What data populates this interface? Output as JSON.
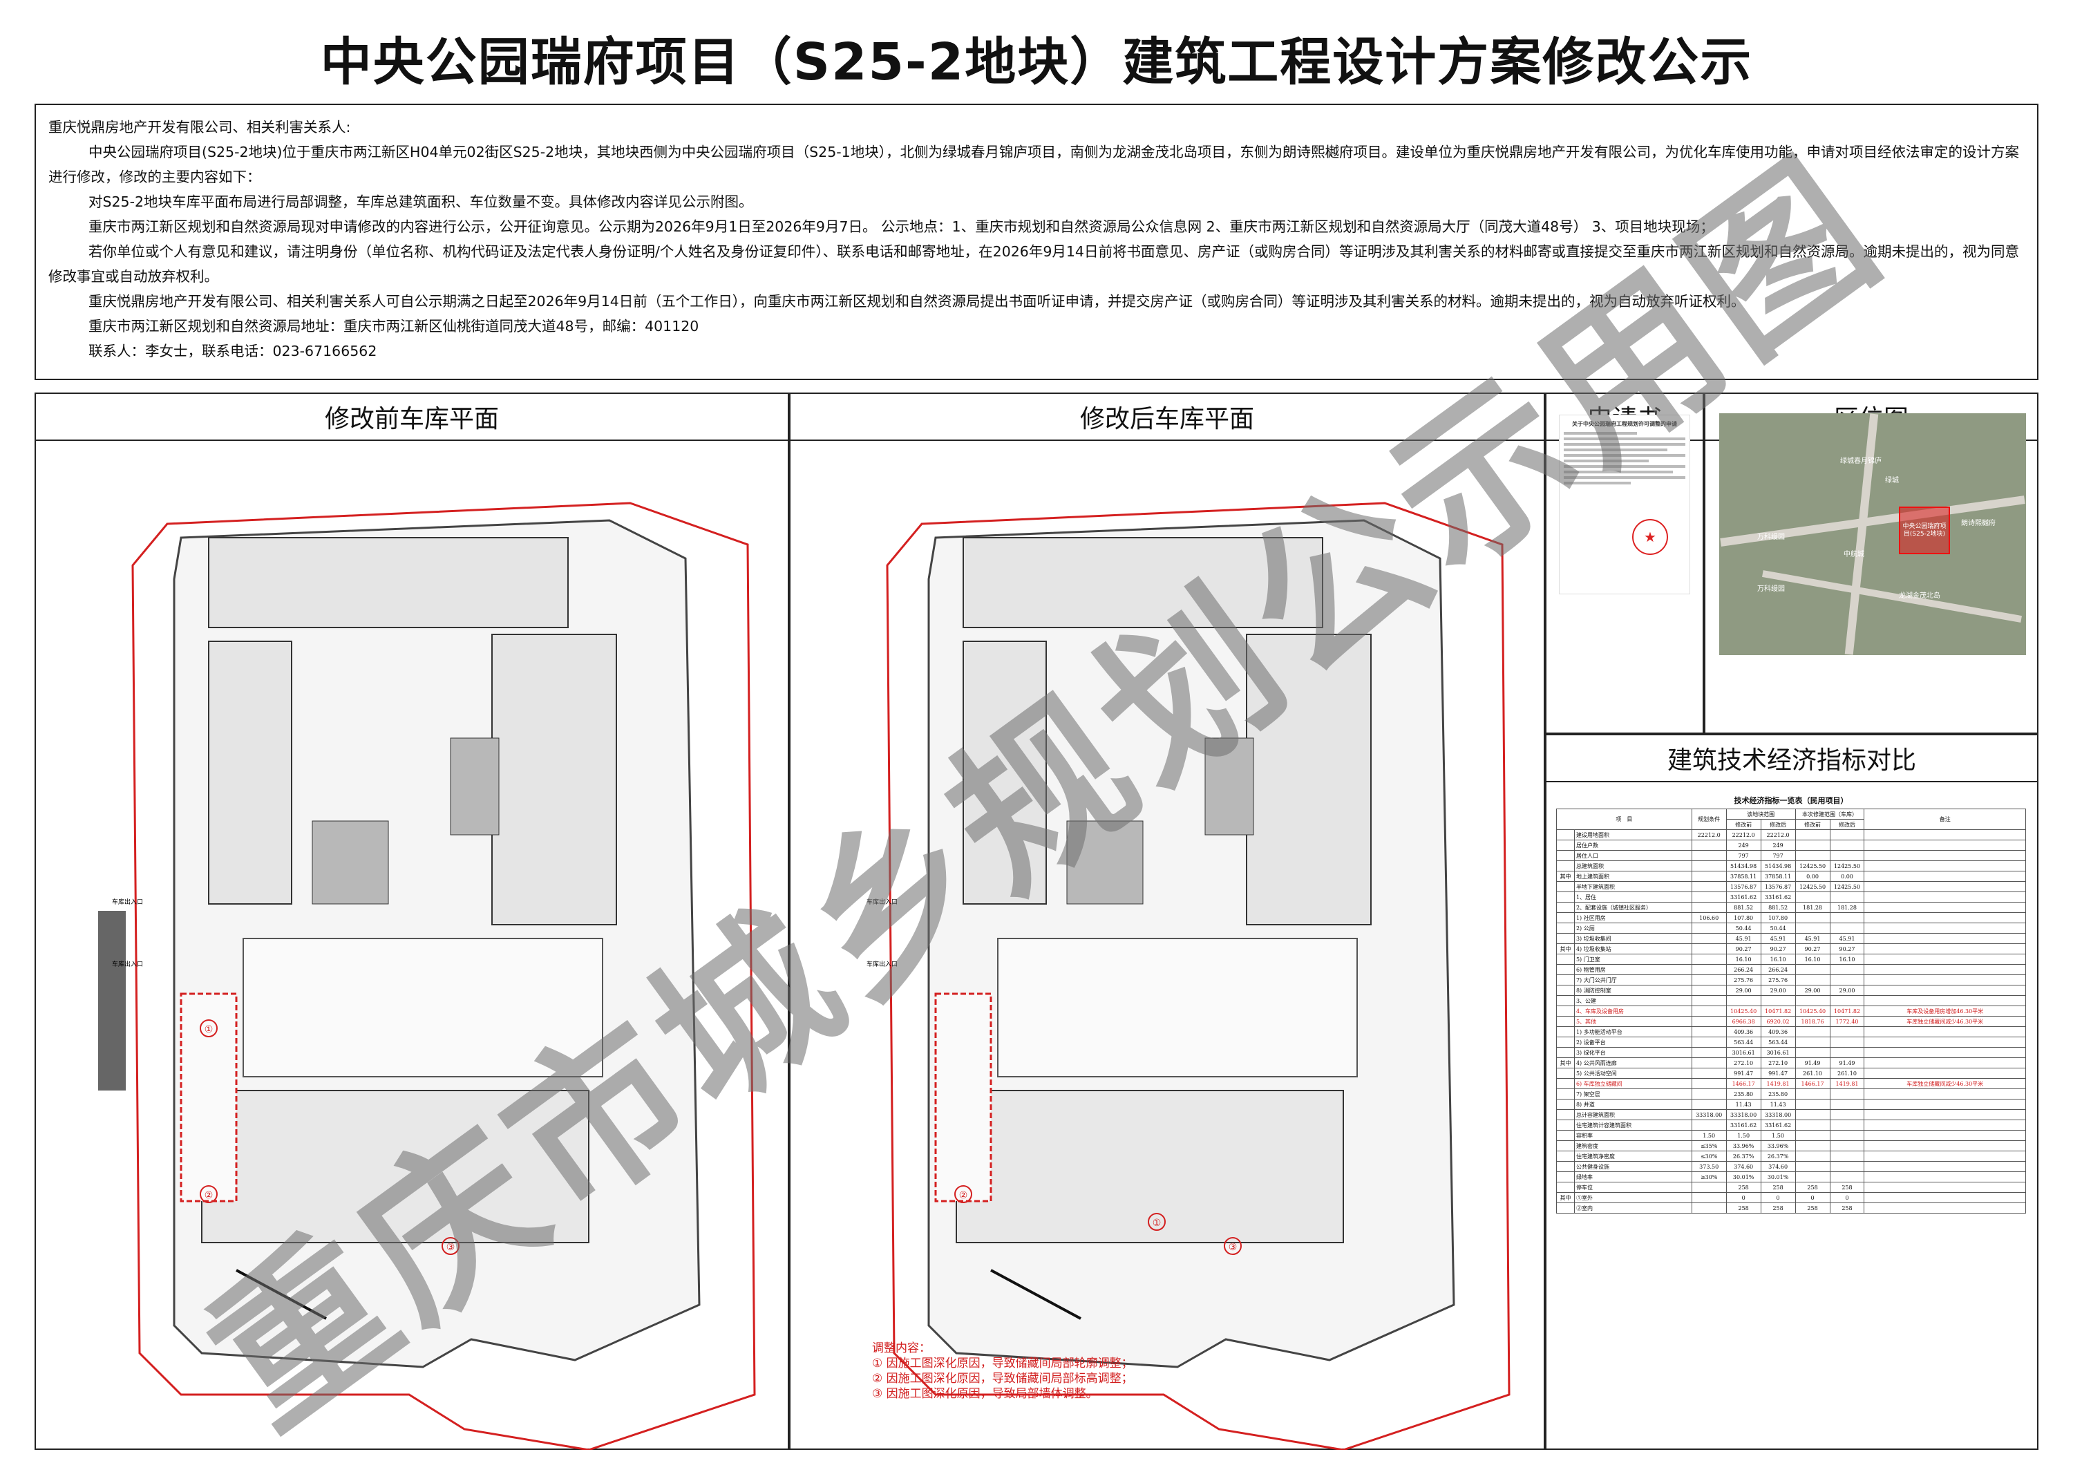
{
  "title": "中央公园瑞府项目（S25-2地块）建筑工程设计方案修改公示",
  "notice": {
    "recipients": "重庆悦鼎房地产开发有限公司、相关利害关系人:",
    "para1": "中央公园瑞府项目(S25-2地块)位于重庆市两江新区H04单元02街区S25-2地块，其地块西侧为中央公园瑞府项目（S25-1地块），北侧为绿城春月锦庐项目，南侧为龙湖金茂北岛项目，东侧为朗诗熙樾府项目。建设单位为重庆悦鼎房地产开发有限公司，为优化车库使用功能，申请对项目经依法审定的设计方案进行修改，修改的主要内容如下：",
    "para2": "对S25-2地块车库平面布局进行局部调整，车库总建筑面积、车位数量不变。具体修改内容详见公示附图。",
    "para3": "重庆市两江新区规划和自然资源局现对申请修改的内容进行公示，公开征询意见。公示期为2026年9月1日至2026年9月7日。 公示地点：1、重庆市规划和自然资源局公众信息网 2、重庆市两江新区规划和自然资源局大厅（同茂大道48号） 3、项目地块现场；",
    "para4": "若你单位或个人有意见和建议，请注明身份（单位名称、机构代码证及法定代表人身份证明/个人姓名及身份证复印件）、联系电话和邮寄地址，在2026年9月14日前将书面意见、房产证（或购房合同）等证明涉及其利害关系的材料邮寄或直接提交至重庆市两江新区规划和自然资源局。逾期未提出的，视为同意修改事宜或自动放弃权利。",
    "para5": "重庆悦鼎房地产开发有限公司、相关利害关系人可自公示期满之日起至2026年9月14日前（五个工作日），向重庆市两江新区规划和自然资源局提出书面听证申请，并提交房产证（或购房合同）等证明涉及其利害关系的材料。逾期未提出的，视为自动放弃听证权利。",
    "address": "重庆市两江新区规划和自然资源局地址：重庆市两江新区仙桃街道同茂大道48号，邮编：401120",
    "contact": "联系人：李女士，联系电话：023-67166562"
  },
  "panels": {
    "before": "修改前车库平面",
    "after": "修改后车库平面",
    "application": "申请书",
    "location": "区位图",
    "indicators": "建筑技术经济指标对比"
  },
  "plan_labels": {
    "entry1": "车库出入口",
    "entry2": "车库出入口",
    "m1": "①",
    "m2": "②",
    "m3": "③"
  },
  "adjust": {
    "head": "调整内容：",
    "items": [
      "① 因施工图深化原因，导致储藏间局部轮廓调整；",
      "② 因施工图深化原因，导致储藏间局部标高调整；",
      "③ 因施工图深化原因，导致局部墙体调整。"
    ]
  },
  "application_doc": {
    "heading": "关于中央公园瑞府工程规划许可调整的申请",
    "stamp": "★"
  },
  "location_map": {
    "labels": [
      "绿城春月锦庐",
      "绿城",
      "万科缦园",
      "朗诗熙樾府",
      "中航城",
      "龙湖金茂北岛",
      "万科缦园"
    ],
    "site": "中央公园瑞府项目(S25-2地块)"
  },
  "table": {
    "caption": "技术经济指标一览表（民用项目）",
    "head": [
      "项　目",
      "规划条件",
      "该地块范围",
      "本次修建范围（车库）",
      "备注"
    ],
    "sub": [
      "修改前",
      "修改后",
      "修改前",
      "修改后"
    ],
    "rows": [
      {
        "g": "",
        "n": "建设用地面积",
        "c": [
          "22212.0",
          "22212.0",
          "22212.0",
          "",
          ""
        ],
        "note": "",
        "red": false
      },
      {
        "g": "",
        "n": "居住户数",
        "c": [
          "",
          "249",
          "249",
          "",
          ""
        ],
        "note": "",
        "red": false
      },
      {
        "g": "",
        "n": "居住人口",
        "c": [
          "",
          "797",
          "797",
          "",
          ""
        ],
        "note": "",
        "red": false
      },
      {
        "g": "",
        "n": "总建筑面积",
        "c": [
          "",
          "51434.98",
          "51434.98",
          "12425.50",
          "12425.50"
        ],
        "note": "",
        "red": false
      },
      {
        "g": "其中",
        "n": "地上建筑面积",
        "c": [
          "",
          "37858.11",
          "37858.11",
          "0.00",
          "0.00"
        ],
        "note": "",
        "red": false
      },
      {
        "g": "",
        "n": "半地下建筑面积",
        "c": [
          "",
          "13576.87",
          "13576.87",
          "12425.50",
          "12425.50"
        ],
        "note": "",
        "red": false
      },
      {
        "g": "",
        "n": "1、居住",
        "c": [
          "",
          "33161.62",
          "33161.62",
          "",
          ""
        ],
        "note": "",
        "red": false
      },
      {
        "g": "",
        "n": "2、配套设施（城镇社区服务）",
        "c": [
          "",
          "881.52",
          "881.52",
          "181.28",
          "181.28"
        ],
        "note": "",
        "red": false
      },
      {
        "g": "",
        "n": "1) 社区用房",
        "c": [
          "106.60",
          "107.80",
          "107.80",
          "",
          ""
        ],
        "note": "",
        "red": false
      },
      {
        "g": "",
        "n": "2) 公厕",
        "c": [
          "",
          "50.44",
          "50.44",
          "",
          ""
        ],
        "note": "",
        "red": false
      },
      {
        "g": "",
        "n": "3) 垃圾收集间",
        "c": [
          "",
          "45.91",
          "45.91",
          "45.91",
          "45.91"
        ],
        "note": "",
        "red": false
      },
      {
        "g": "其中",
        "n": "4) 垃圾收集站",
        "c": [
          "",
          "90.27",
          "90.27",
          "90.27",
          "90.27"
        ],
        "note": "",
        "red": false
      },
      {
        "g": "",
        "n": "5) 门卫室",
        "c": [
          "",
          "16.10",
          "16.10",
          "16.10",
          "16.10"
        ],
        "note": "",
        "red": false
      },
      {
        "g": "",
        "n": "6) 物管用房",
        "c": [
          "",
          "266.24",
          "266.24",
          "",
          ""
        ],
        "note": "",
        "red": false
      },
      {
        "g": "",
        "n": "7) 大门公共门厅",
        "c": [
          "",
          "275.76",
          "275.76",
          "",
          ""
        ],
        "note": "",
        "red": false
      },
      {
        "g": "",
        "n": "8) 消防控制室",
        "c": [
          "",
          "29.00",
          "29.00",
          "29.00",
          "29.00"
        ],
        "note": "",
        "red": false
      },
      {
        "g": "",
        "n": "3、公建",
        "c": [
          "",
          "",
          "",
          "",
          ""
        ],
        "note": "",
        "red": false
      },
      {
        "g": "",
        "n": "4、车库及设备用房",
        "c": [
          "",
          "10425.40",
          "10471.82",
          "10425.40",
          "10471.82"
        ],
        "note": "车库及设备用房增加46.30平米",
        "red": true
      },
      {
        "g": "",
        "n": "5、其他",
        "c": [
          "",
          "6966.38",
          "6920.02",
          "1818.76",
          "1772.40"
        ],
        "note": "车库独立储藏间减少46.30平米",
        "red": true
      },
      {
        "g": "",
        "n": "1) 多功能活动平台",
        "c": [
          "",
          "409.36",
          "409.36",
          "",
          ""
        ],
        "note": "",
        "red": false
      },
      {
        "g": "",
        "n": "2) 设备平台",
        "c": [
          "",
          "563.44",
          "563.44",
          "",
          ""
        ],
        "note": "",
        "red": false
      },
      {
        "g": "",
        "n": "3) 绿化平台",
        "c": [
          "",
          "3016.61",
          "3016.61",
          "",
          ""
        ],
        "note": "",
        "red": false
      },
      {
        "g": "其中",
        "n": "4) 公共风雨连廊",
        "c": [
          "",
          "272.10",
          "272.10",
          "91.49",
          "91.49"
        ],
        "note": "",
        "red": false
      },
      {
        "g": "",
        "n": "5) 公共活动空间",
        "c": [
          "",
          "991.47",
          "991.47",
          "261.10",
          "261.10"
        ],
        "note": "",
        "red": false
      },
      {
        "g": "",
        "n": "6) 车库独立储藏间",
        "c": [
          "",
          "1466.17",
          "1419.81",
          "1466.17",
          "1419.81"
        ],
        "note": "车库独立储藏间减少46.30平米",
        "red": true
      },
      {
        "g": "",
        "n": "7) 架空层",
        "c": [
          "",
          "235.80",
          "235.80",
          "",
          ""
        ],
        "note": "",
        "red": false
      },
      {
        "g": "",
        "n": "8) 井道",
        "c": [
          "",
          "11.43",
          "11.43",
          "",
          ""
        ],
        "note": "",
        "red": false
      },
      {
        "g": "",
        "n": "总计容建筑面积",
        "c": [
          "33318.00",
          "33318.00",
          "33318.00",
          "",
          ""
        ],
        "note": "",
        "red": false
      },
      {
        "g": "",
        "n": "住宅建筑计容建筑面积",
        "c": [
          "",
          "33161.62",
          "33161.62",
          "",
          ""
        ],
        "note": "",
        "red": false
      },
      {
        "g": "",
        "n": "容积率",
        "c": [
          "1.50",
          "1.50",
          "1.50",
          "",
          ""
        ],
        "note": "",
        "red": false
      },
      {
        "g": "",
        "n": "建筑密度",
        "c": [
          "≤35%",
          "33.96%",
          "33.96%",
          "",
          ""
        ],
        "note": "",
        "red": false
      },
      {
        "g": "",
        "n": "住宅建筑净密度",
        "c": [
          "≤30%",
          "26.37%",
          "26.37%",
          "",
          ""
        ],
        "note": "",
        "red": false
      },
      {
        "g": "",
        "n": "公共健身设施",
        "c": [
          "373.50",
          "374.60",
          "374.60",
          "",
          ""
        ],
        "note": "",
        "red": false
      },
      {
        "g": "",
        "n": "绿地率",
        "c": [
          "≥30%",
          "30.01%",
          "30.01%",
          "",
          ""
        ],
        "note": "",
        "red": false
      },
      {
        "g": "",
        "n": "停车位",
        "c": [
          "",
          "258",
          "258",
          "258",
          "258"
        ],
        "note": "",
        "red": false
      },
      {
        "g": "其中",
        "n": "①室外",
        "c": [
          "",
          "0",
          "0",
          "0",
          "0"
        ],
        "note": "",
        "red": false
      },
      {
        "g": "",
        "n": "②室内",
        "c": [
          "",
          "258",
          "258",
          "258",
          "258"
        ],
        "note": "",
        "red": false
      }
    ]
  },
  "watermark": "重庆市城乡规划公示用图"
}
